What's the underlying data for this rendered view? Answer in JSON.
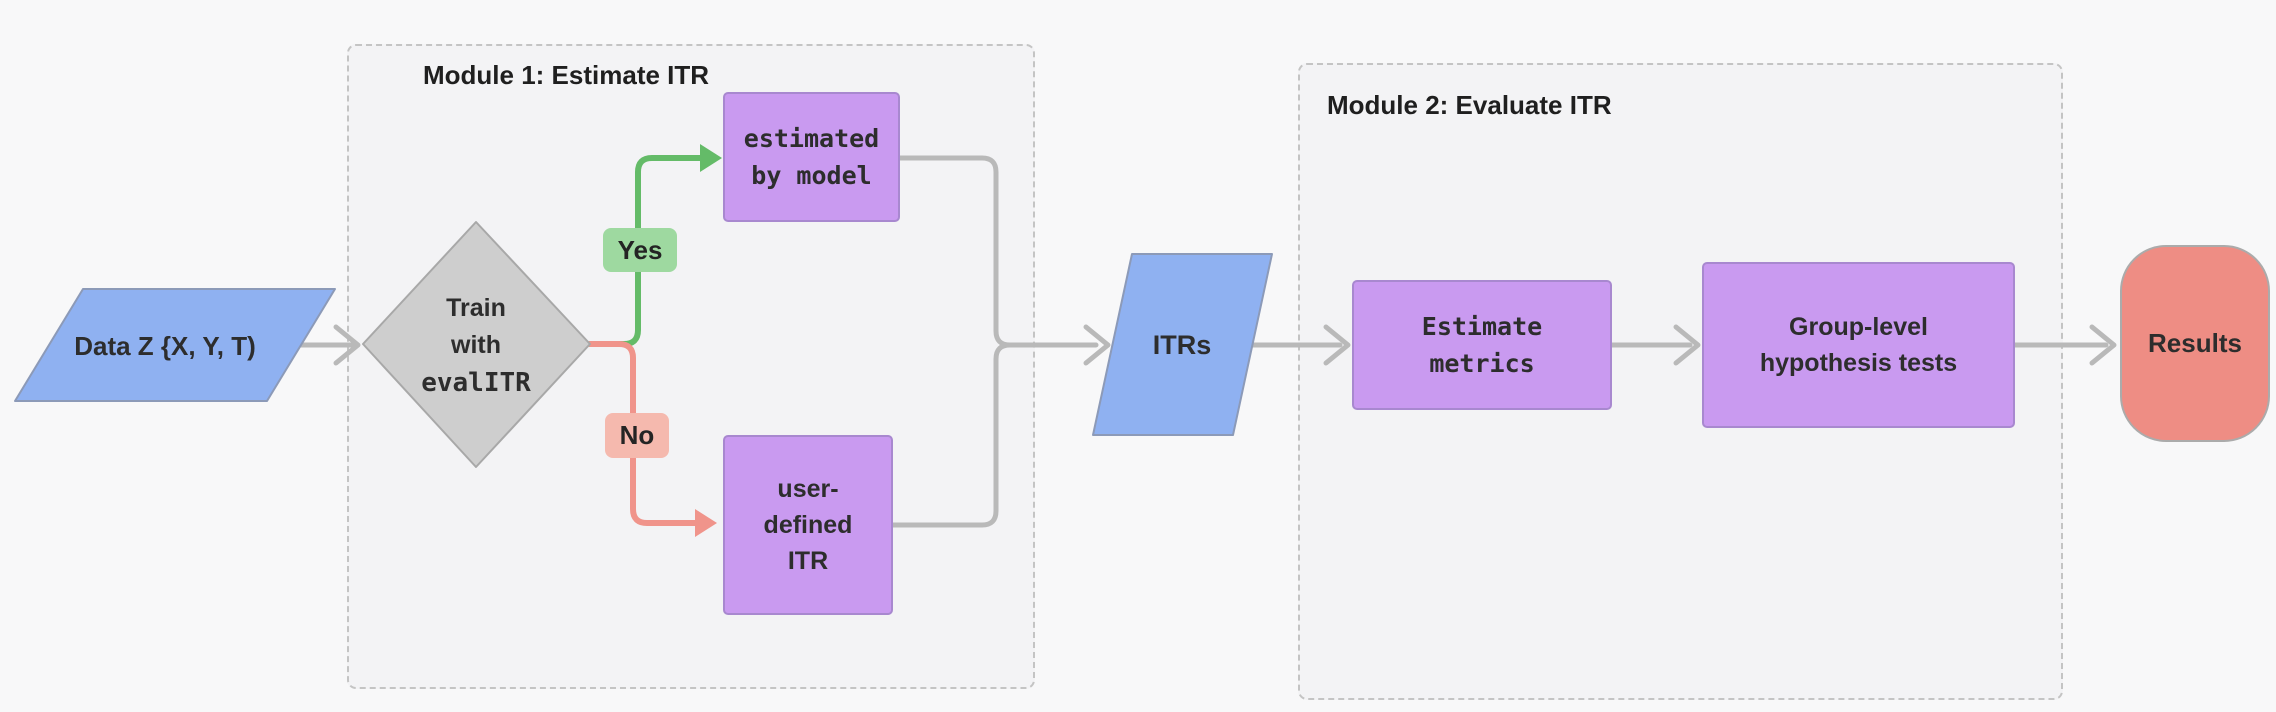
{
  "diagram": {
    "type": "flowchart",
    "direction": "left-to-right",
    "modules": {
      "module1": {
        "title": "Module 1: Estimate ITR"
      },
      "module2": {
        "title": "Module 2: Evaluate ITR"
      }
    },
    "nodes": {
      "data_input": {
        "shape": "parallelogram",
        "label": "Data Z {X, Y, T)",
        "fill": "#8fb1f1"
      },
      "decision": {
        "shape": "diamond",
        "line1": "Train",
        "line2": "with",
        "line3": "evalITR",
        "fill": "#cecece"
      },
      "estimated_by_model": {
        "shape": "rect",
        "line1": "estimated",
        "line2": "by model",
        "fill": "#c99af0"
      },
      "user_defined_itr": {
        "shape": "rect",
        "line1": "user-",
        "line2": "defined",
        "line3": "ITR",
        "fill": "#c99af0"
      },
      "itrs": {
        "shape": "parallelogram",
        "label": "ITRs",
        "fill": "#8fb1f1"
      },
      "estimate_metrics": {
        "shape": "rect",
        "line1": "Estimate",
        "line2": "metrics",
        "fill": "#c99af0"
      },
      "group_level_tests": {
        "shape": "rect",
        "line1": "Group-level",
        "line2": "hypothesis tests",
        "fill": "#c99af0"
      },
      "results": {
        "shape": "rounded",
        "label": "Results",
        "fill": "#ee8d84"
      }
    },
    "edge_labels": {
      "yes": "Yes",
      "no": "No"
    },
    "colors": {
      "background": "#f8f8f9",
      "edge_gray": "#b9b9b9",
      "edge_green": "#64bb68",
      "edge_salmon": "#f0948b",
      "badge_green": "#9ed9a0",
      "badge_salmon": "#f5b9ae",
      "node_purple_border": "#a888cf",
      "node_blue_border": "#8c9ab8",
      "diamond_border": "#a8a8a8",
      "results_border": "#ababab",
      "module_border": "#c4c4c4",
      "text": "#2d2d2d"
    }
  }
}
